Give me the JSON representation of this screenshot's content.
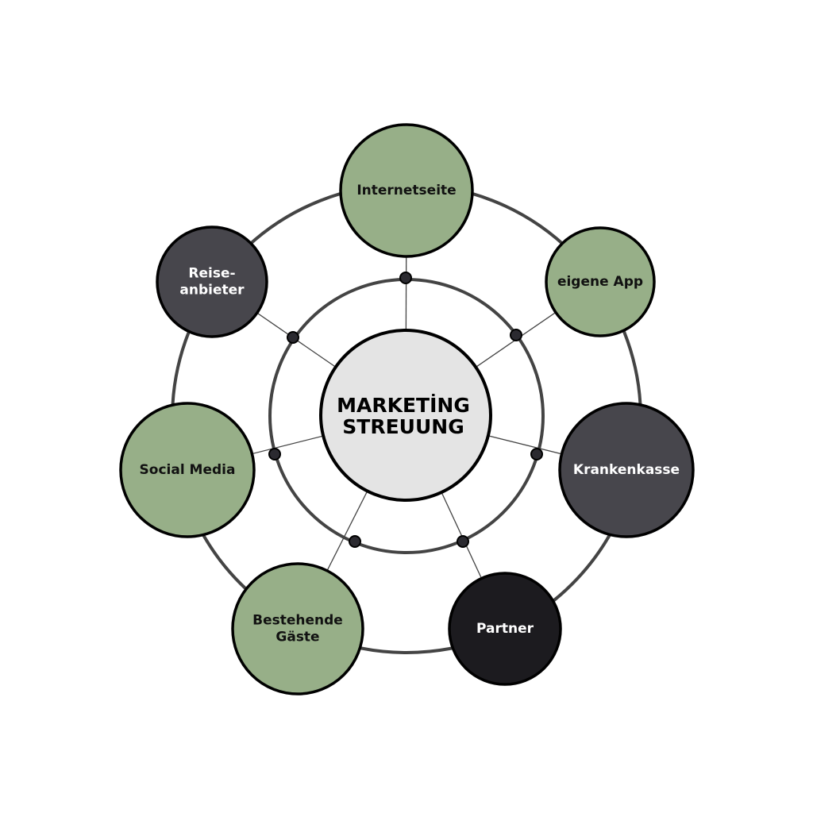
{
  "center": {
    "lines": [
      "MARKETİNG",
      "STREUUNG"
    ]
  },
  "nodes": [
    {
      "id": "internetseite",
      "lines": [
        "Internetseite"
      ],
      "color": "#97af88",
      "text_color": "#111111"
    },
    {
      "id": "eigene-app",
      "lines": [
        "eigene App"
      ],
      "color": "#97af88",
      "text_color": "#111111"
    },
    {
      "id": "krankenkasse",
      "lines": [
        "Krankenkasse"
      ],
      "color": "#47464c",
      "text_color": "#ffffff"
    },
    {
      "id": "partner",
      "lines": [
        "Partner"
      ],
      "color": "#1c1b1f",
      "text_color": "#ffffff"
    },
    {
      "id": "bestehende-gaeste",
      "lines": [
        "Bestehende",
        "Gäste"
      ],
      "color": "#97af88",
      "text_color": "#111111"
    },
    {
      "id": "social-media",
      "lines": [
        "Social Media"
      ],
      "color": "#97af88",
      "text_color": "#111111"
    },
    {
      "id": "reiseanbieter",
      "lines": [
        "Reise-",
        "anbieter"
      ],
      "color": "#47464c",
      "text_color": "#ffffff"
    }
  ],
  "colors": {
    "center_fill": "#e4e4e4",
    "ring": "#444444",
    "dot": "#2b2a30"
  }
}
